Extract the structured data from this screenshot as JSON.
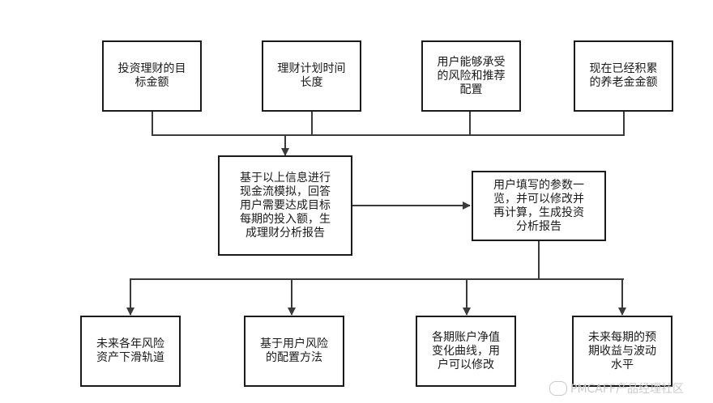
{
  "nodes": {
    "goal": {
      "label": "投资理财的目\n标金额"
    },
    "timeline": {
      "label": "理财计划时间\n长度"
    },
    "risk": {
      "label": "用户能够承受\n的风险和推荐\n配置"
    },
    "savings": {
      "label": "现在已经积累\n的养老金金额"
    },
    "simulation": {
      "label": "基于以上信息进行\n现金流模拟，回答\n用户需要达成目标\n每期的投入额，生\n成理财分析报告"
    },
    "params": {
      "label": "用户填写的参数一\n览，并可以修改并\n再计算，生成投资\n分析报告"
    },
    "glidepath": {
      "label": "未来各年风险\n资产下滑轨道"
    },
    "allocation": {
      "label": "基于用户风险\n的配置方法"
    },
    "networth": {
      "label": "各期账户净值\n变化曲线，用\n户可以修改"
    },
    "returns": {
      "label": "未来每期的预\n期收益与波动\n水平"
    }
  },
  "watermark": "PMCAFF产品经理社区",
  "colors": {
    "line": "#3a3a3a",
    "border": "#1a1a1a",
    "watermark": "#c9c9c9"
  }
}
